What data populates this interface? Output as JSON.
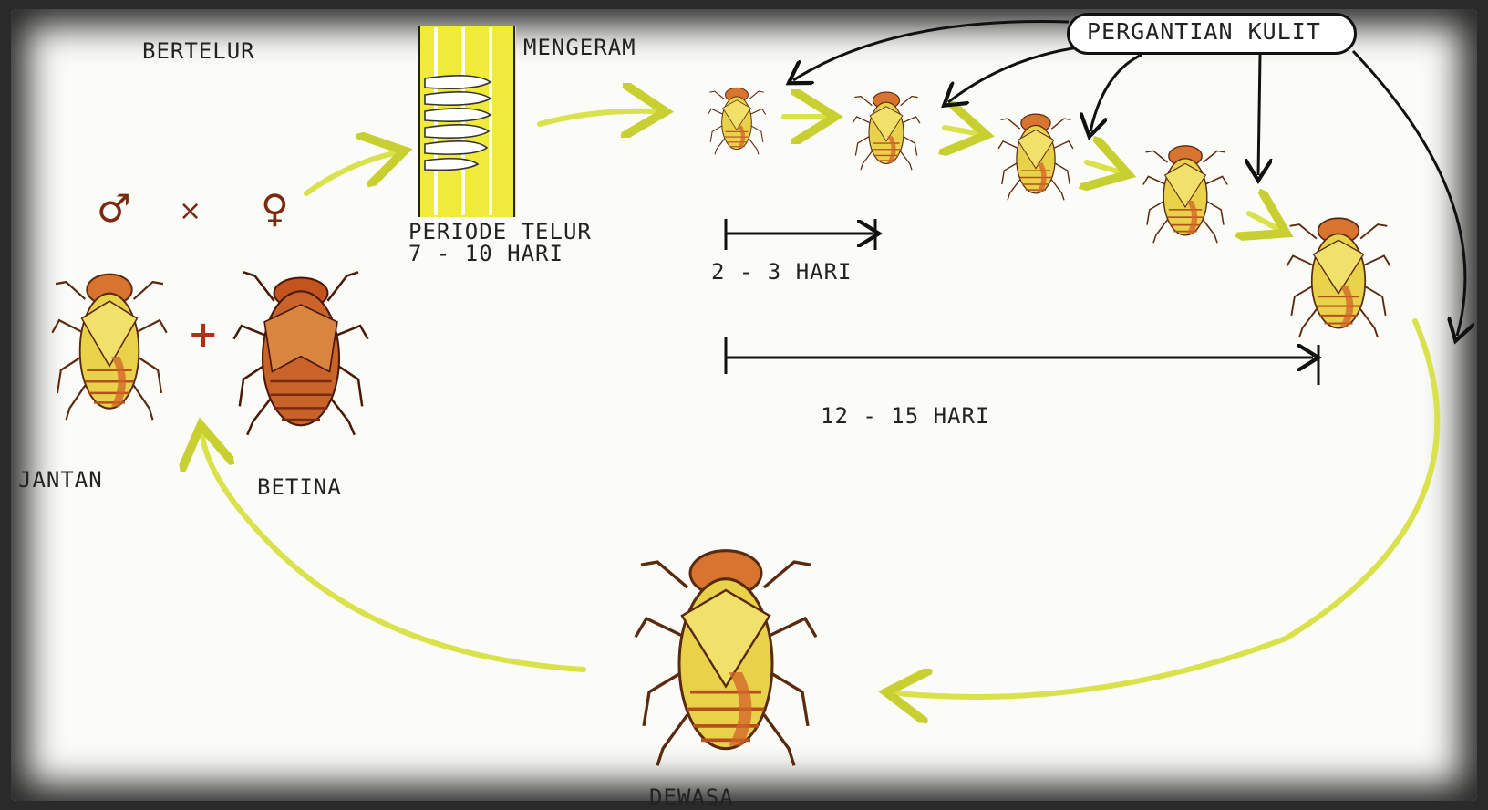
{
  "labels": {
    "bertelur": "BERTELUR",
    "mengeram": "MENGERAM",
    "periode_telur": "PERIODE TELUR",
    "periode_telur_days": "7 - 10 HARI",
    "nymph_interval": "2 - 3 HARI",
    "nymph_total": "12 - 15 HARI",
    "jantan": "JANTAN",
    "betina": "BETINA",
    "dewasa": "DEWASA",
    "pergantian_kulit": "PERGANTIAN KULIT"
  },
  "symbols": {
    "male": "♂",
    "cross": "×",
    "female": "♀",
    "plus": "+"
  },
  "colors": {
    "arrow_yellow": "#e2ec5a",
    "insect_body": "#e8d24a",
    "insect_dark": "#c0501c",
    "outline": "#5a2a10",
    "leaf_yellow": "#f0ea3a"
  }
}
